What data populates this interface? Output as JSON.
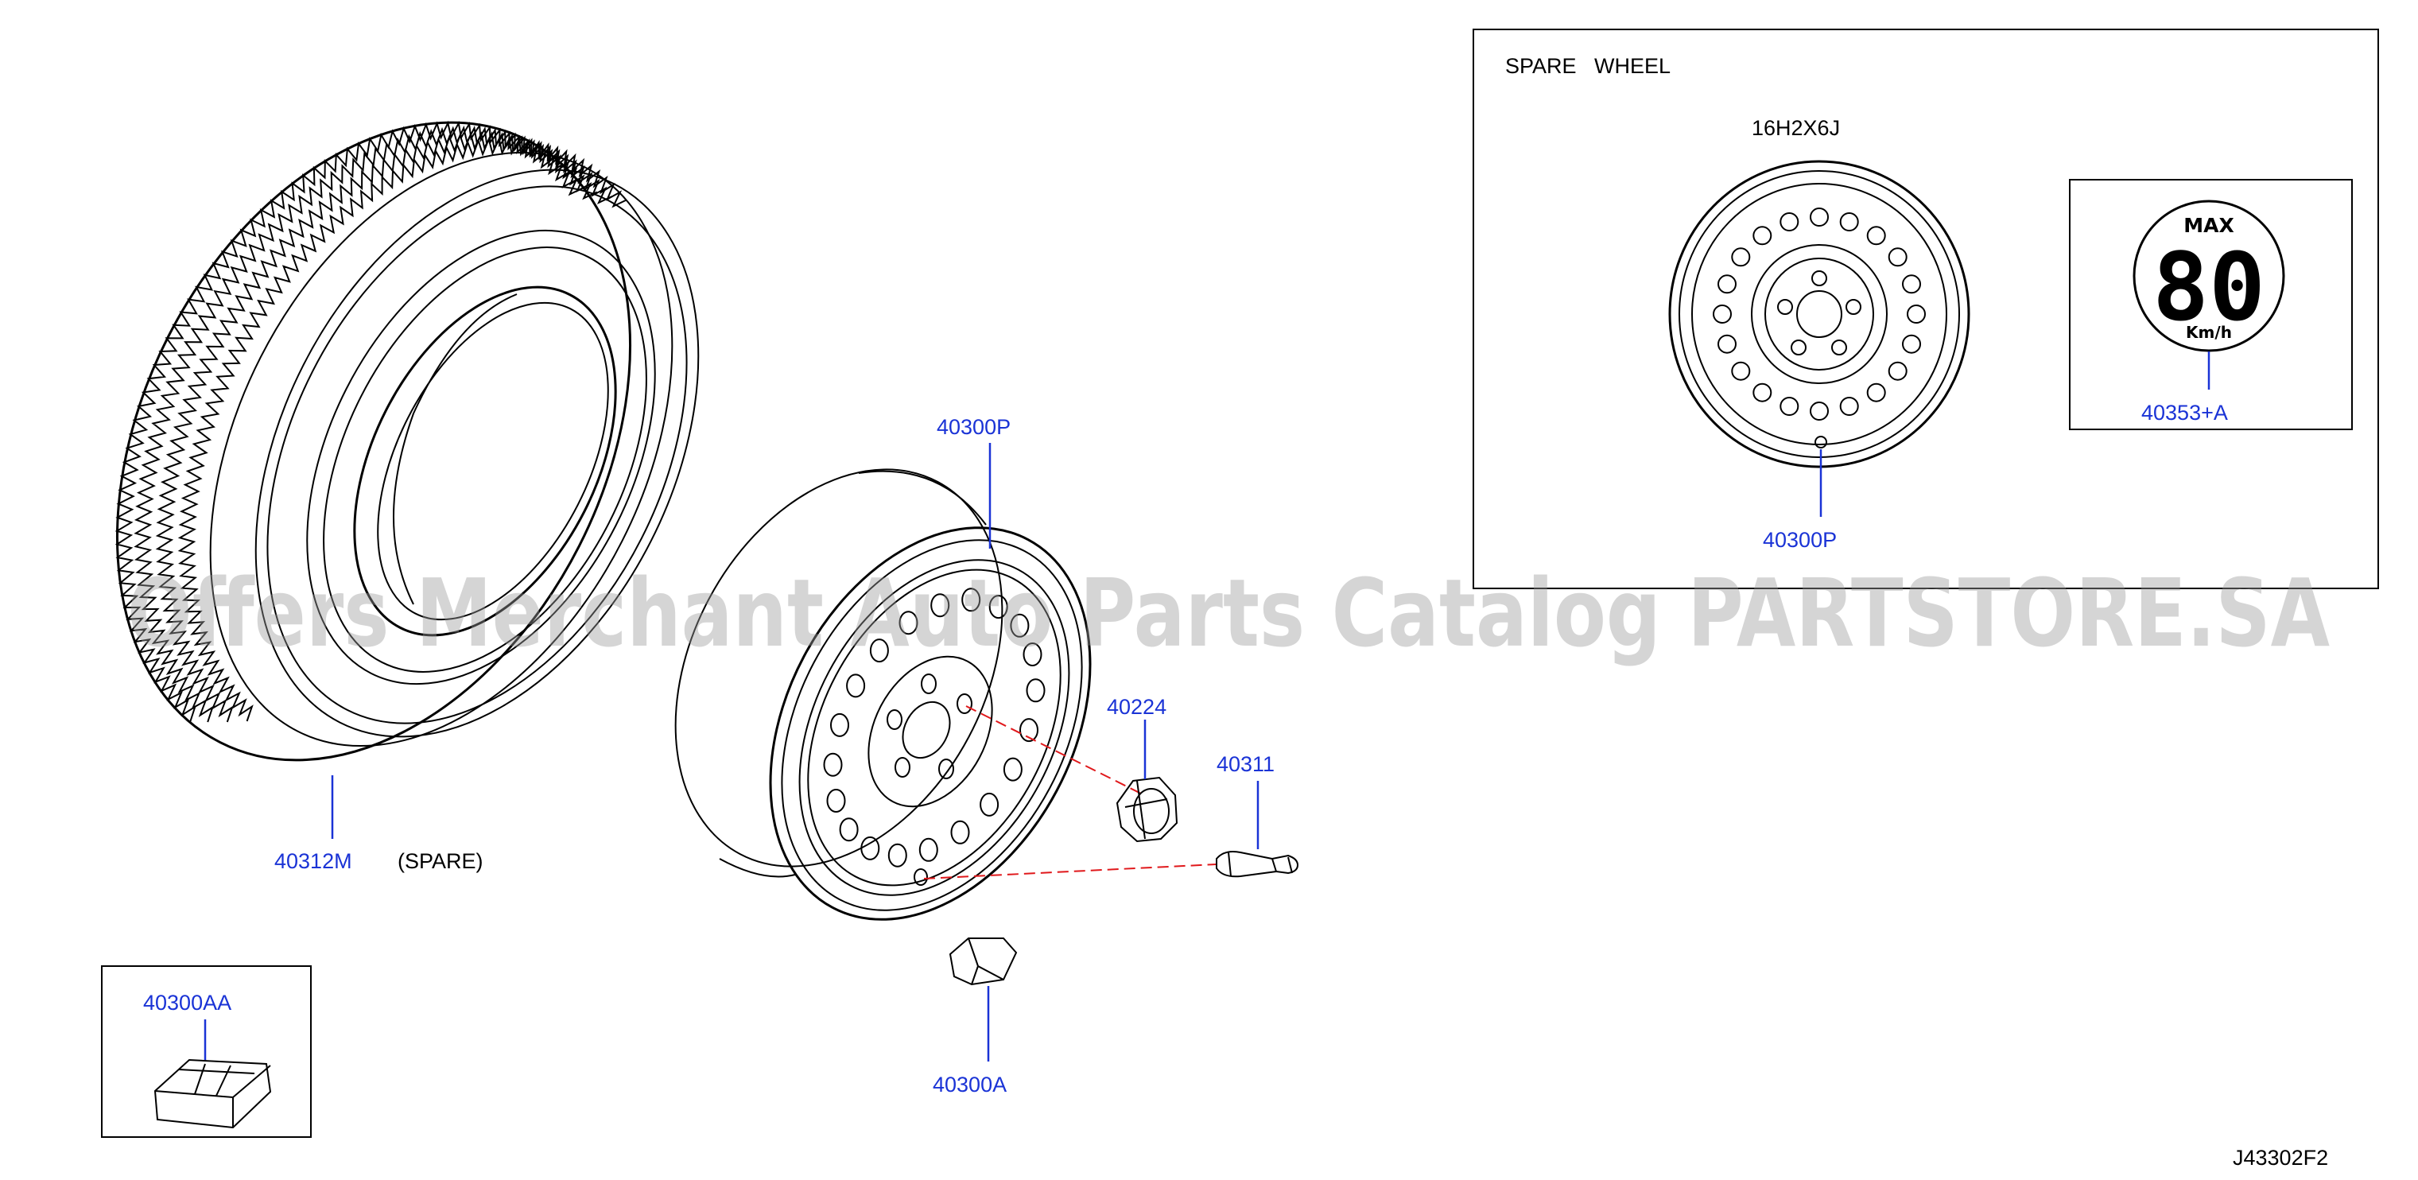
{
  "diagram_code": "J43302F2",
  "watermark": "Offers Merchant Auto Parts Catalog PARTSTORE.SA",
  "colors": {
    "part_label": "#1a33d6",
    "dashed_line": "#e0181b",
    "line_art": "#000000",
    "watermark": "#9a9a9a"
  },
  "parts": {
    "tire": {
      "number": "40312M",
      "note": "(SPARE)"
    },
    "wheel": {
      "number": "40300P"
    },
    "nut": {
      "number": "40224"
    },
    "valve": {
      "number": "40311"
    },
    "balance_weight": {
      "number": "40300A"
    },
    "weight_set": {
      "number": "40300AA"
    }
  },
  "spare_wheel_box": {
    "title": "SPARE   WHEEL",
    "size": "16H2X6J",
    "wheel_number": "40300P",
    "label_number": "40353+A",
    "speed_label": {
      "top": "MAX",
      "speed": "80",
      "unit": "Km/h"
    }
  }
}
